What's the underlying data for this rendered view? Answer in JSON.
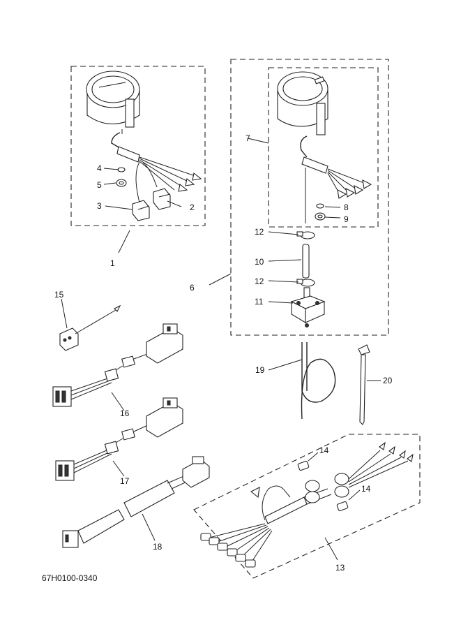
{
  "labels": {
    "p1": "1",
    "p2": "2",
    "p3": "3",
    "p4": "4",
    "p5": "5",
    "p6": "6",
    "p7": "7",
    "p8": "8",
    "p9": "9",
    "p10": "10",
    "p11": "11",
    "p12a": "12",
    "p12b": "12",
    "p13": "13",
    "p14a": "14",
    "p14b": "14",
    "p15": "15",
    "p16": "16",
    "p17": "17",
    "p18": "18",
    "p19": "19",
    "p20": "20"
  },
  "diagram_code": "67H0100-0340"
}
